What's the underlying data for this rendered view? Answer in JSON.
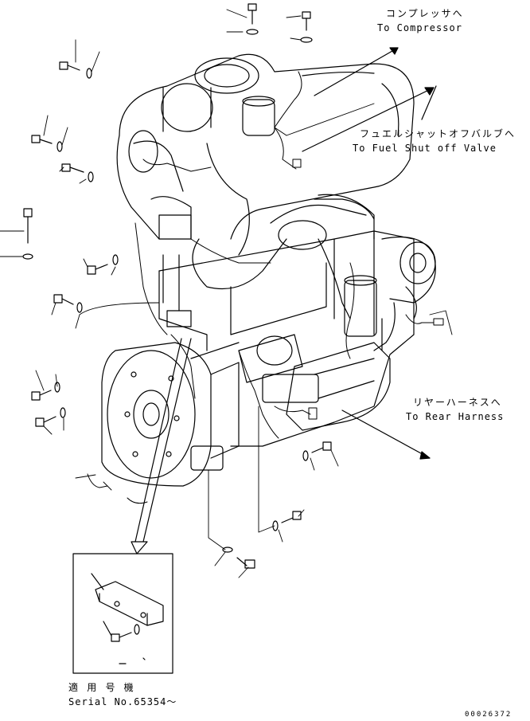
{
  "callouts": {
    "compressor": {
      "jp": "コンプレッサへ",
      "en": "To Compressor"
    },
    "fuel_valve": {
      "jp": "フュエルシャットオフバルブへ",
      "en": "To Fuel Shut off Valve"
    },
    "rear_harness": {
      "jp": "リヤーハーネスへ",
      "en": "To Rear Harness"
    }
  },
  "serial": {
    "jp": "適 用 号 機",
    "en": "Serial No.65354～"
  },
  "document_number": "00026372",
  "colors": {
    "line": "#000000",
    "background": "#ffffff"
  }
}
